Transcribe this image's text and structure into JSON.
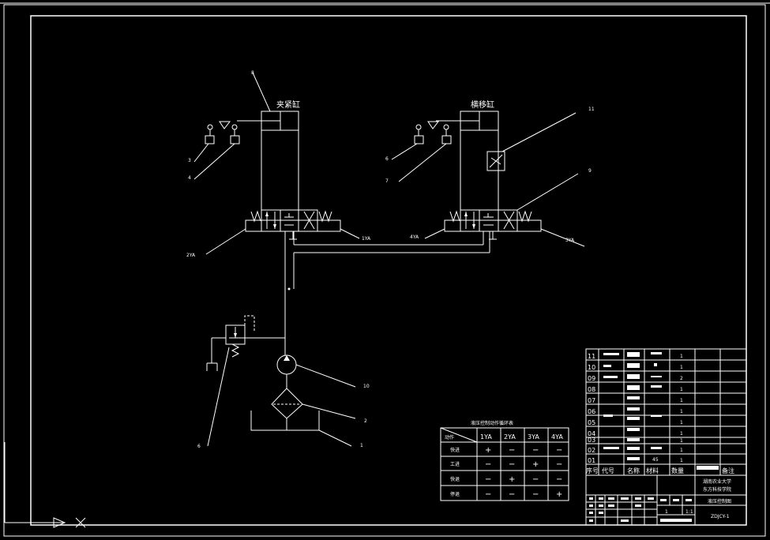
{
  "components": {
    "clamp_cylinder": "夹紧缸",
    "traverse_cylinder": "横移缸"
  },
  "callouts": {
    "c8": "8",
    "c3": "3",
    "c4": "4",
    "c2ya": "2YA",
    "c1ya": "1YA",
    "c6a": "6",
    "c7": "7",
    "c11": "11",
    "c9": "9",
    "c4ya": "4YA",
    "c3ya": "3YA",
    "c10": "10",
    "c2": "2",
    "c1": "1",
    "c6b": "6"
  },
  "solenoid_table": {
    "title": "液压控制动作循环表",
    "corner_label": "动作",
    "headers": [
      "1YA",
      "2YA",
      "3YA",
      "4YA"
    ],
    "rows": [
      {
        "label": "快进",
        "values": [
          "+",
          "−",
          "−",
          "−"
        ]
      },
      {
        "label": "工进",
        "values": [
          "−",
          "−",
          "+",
          "−"
        ]
      },
      {
        "label": "快退",
        "values": [
          "−",
          "+",
          "−",
          "−"
        ]
      },
      {
        "label": "停退",
        "values": [
          "−",
          "−",
          "−",
          "+"
        ]
      }
    ]
  },
  "bom": {
    "rows": [
      {
        "no": "11",
        "qty": "1"
      },
      {
        "no": "10",
        "qty": "1"
      },
      {
        "no": "09",
        "qty": "2"
      },
      {
        "no": "08",
        "qty": "1"
      },
      {
        "no": "07",
        "qty": "1"
      },
      {
        "no": "06",
        "qty": "1"
      },
      {
        "no": "05",
        "qty": "1"
      },
      {
        "no": "04",
        "qty": "1"
      },
      {
        "no": "03",
        "qty": "1"
      },
      {
        "no": "02",
        "qty": "1"
      },
      {
        "no": "01",
        "qty": "1",
        "material": "45"
      }
    ],
    "header": {
      "seq": "序号",
      "code": "代号",
      "name": "名称",
      "material": "材料",
      "qty": "数量",
      "note": "备注"
    }
  },
  "title_block": {
    "school_line1": "湖南农业大学",
    "school_line2": "东方科技学院",
    "drawing_title": "液压控制图",
    "drawing_no": "ZDJCY-1",
    "sheet": "1",
    "scale": "1:1"
  }
}
